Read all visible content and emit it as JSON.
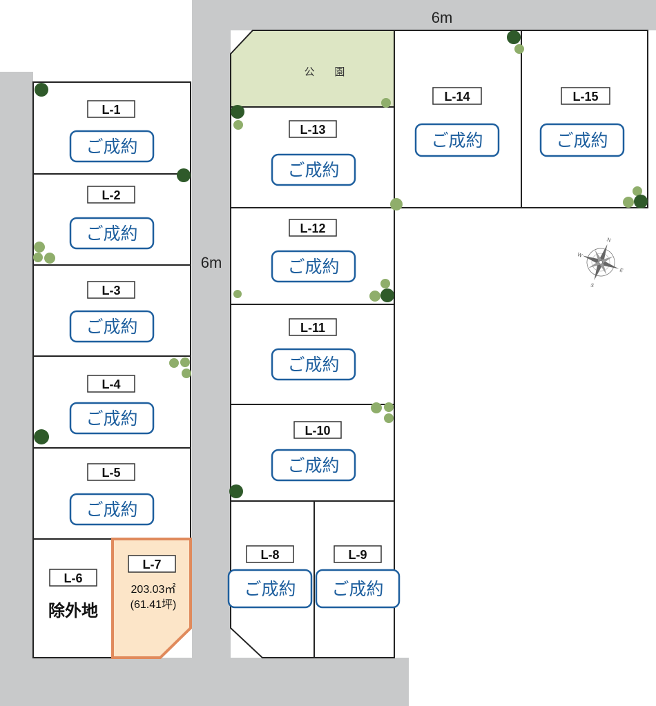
{
  "roads": {
    "top_width": "6m",
    "middle_width": "6m"
  },
  "park": {
    "label": "公 園"
  },
  "sold_label": "ご成約",
  "lots": [
    {
      "id": "L-1",
      "status": "ご成約"
    },
    {
      "id": "L-2",
      "status": "ご成約"
    },
    {
      "id": "L-3",
      "status": "ご成約"
    },
    {
      "id": "L-4",
      "status": "ご成約"
    },
    {
      "id": "L-5",
      "status": "ご成約"
    },
    {
      "id": "L-6",
      "status": "除外地"
    },
    {
      "id": "L-7",
      "area_m2": "203.03㎡",
      "area_tsubo": "(61.41坪)"
    },
    {
      "id": "L-8",
      "status": "ご成約"
    },
    {
      "id": "L-9",
      "status": "ご成約"
    },
    {
      "id": "L-10",
      "status": "ご成約"
    },
    {
      "id": "L-11",
      "status": "ご成約"
    },
    {
      "id": "L-12",
      "status": "ご成約"
    },
    {
      "id": "L-13",
      "status": "ご成約"
    },
    {
      "id": "L-14",
      "status": "ご成約"
    },
    {
      "id": "L-15",
      "status": "ご成約"
    }
  ],
  "compass": {
    "n": "N",
    "e": "E",
    "s": "S",
    "w": "W"
  },
  "colors": {
    "road": "#c8c9ca",
    "park": "#dde6c4",
    "available_lot": "#fce5c8",
    "available_lot_border": "#e08a5c",
    "sold_blue": "#1e5f9e",
    "tree_dark": "#2f5a2a",
    "tree_light": "#8fae6b"
  }
}
